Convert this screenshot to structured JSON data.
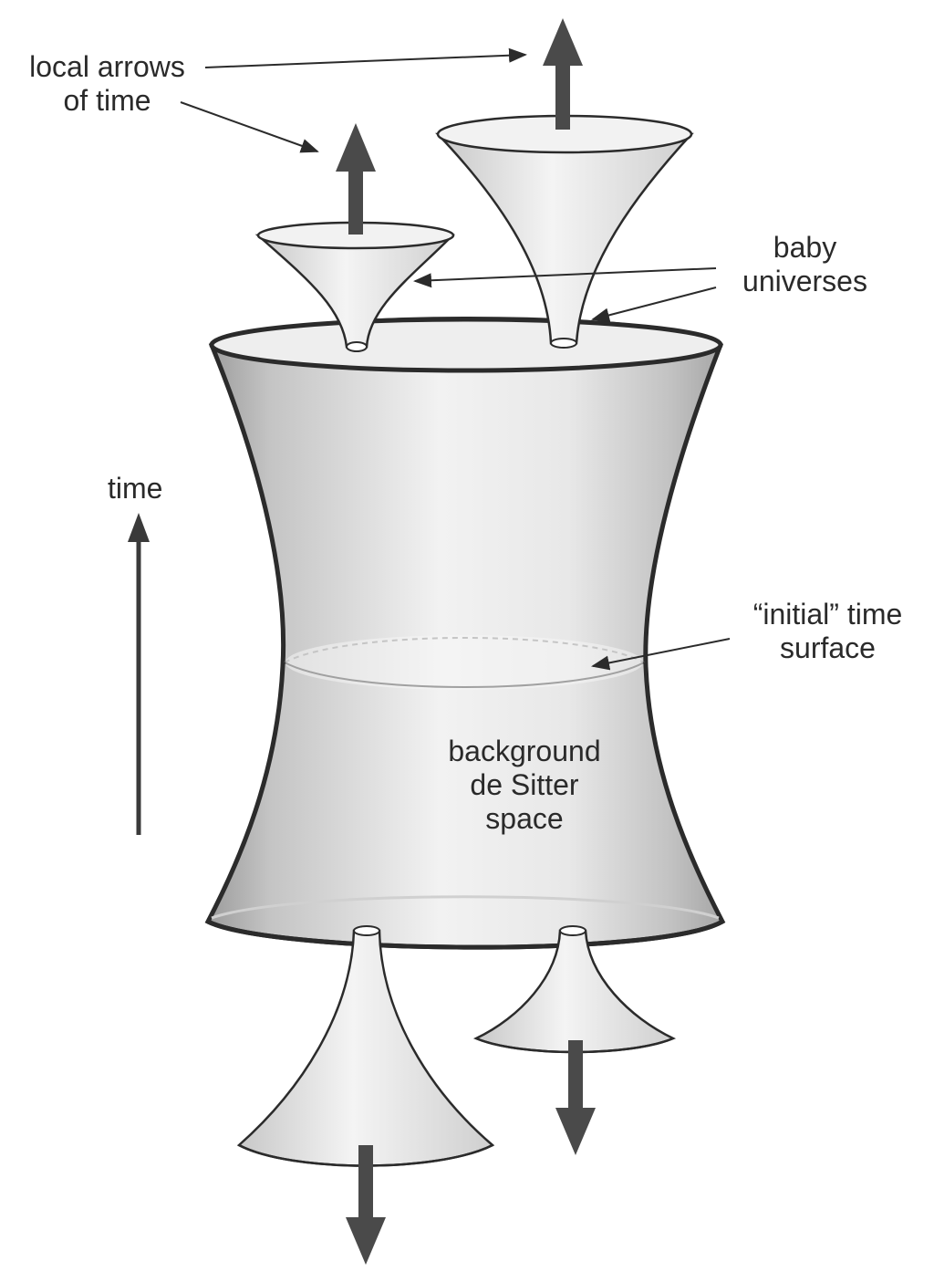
{
  "labels": {
    "local_arrows": [
      "local arrows",
      "of time"
    ],
    "baby_universes": [
      "baby",
      "universes"
    ],
    "time": "time",
    "initial_surface": [
      "“initial” time",
      "surface"
    ],
    "background": [
      "background",
      "de Sitter",
      "space"
    ]
  },
  "colors": {
    "outline": "#2b2b2b",
    "arrow": "#4a4a4a",
    "body_shade": "#bdbdbd",
    "cone_fill": "#e6e6e6",
    "paper": "#ffffff"
  },
  "icons": {
    "time_arrow": "arrow-up",
    "local_arrow": "thick-arrow"
  }
}
